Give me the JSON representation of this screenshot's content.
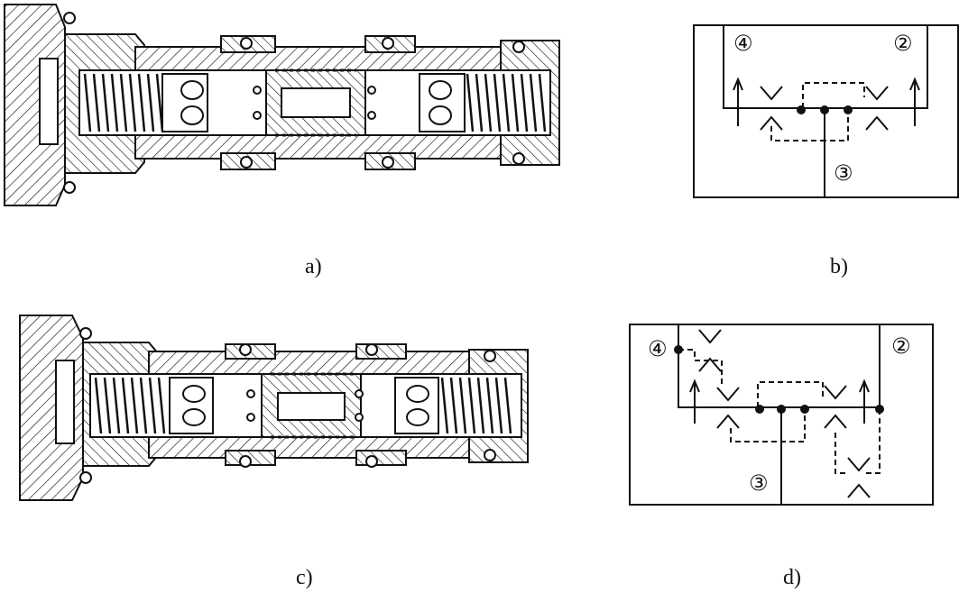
{
  "figure": {
    "panels": [
      {
        "id": "a",
        "caption": "a)"
      },
      {
        "id": "b",
        "caption": "b)",
        "ports": {
          "left_top": "④",
          "right_top": "②",
          "bottom": "③"
        }
      },
      {
        "id": "c",
        "caption": "c)"
      },
      {
        "id": "d",
        "caption": "d)",
        "ports": {
          "left": "④",
          "right": "②",
          "bottom": "③"
        }
      }
    ]
  },
  "colors": {
    "line": "#111111",
    "background": "#ffffff"
  }
}
